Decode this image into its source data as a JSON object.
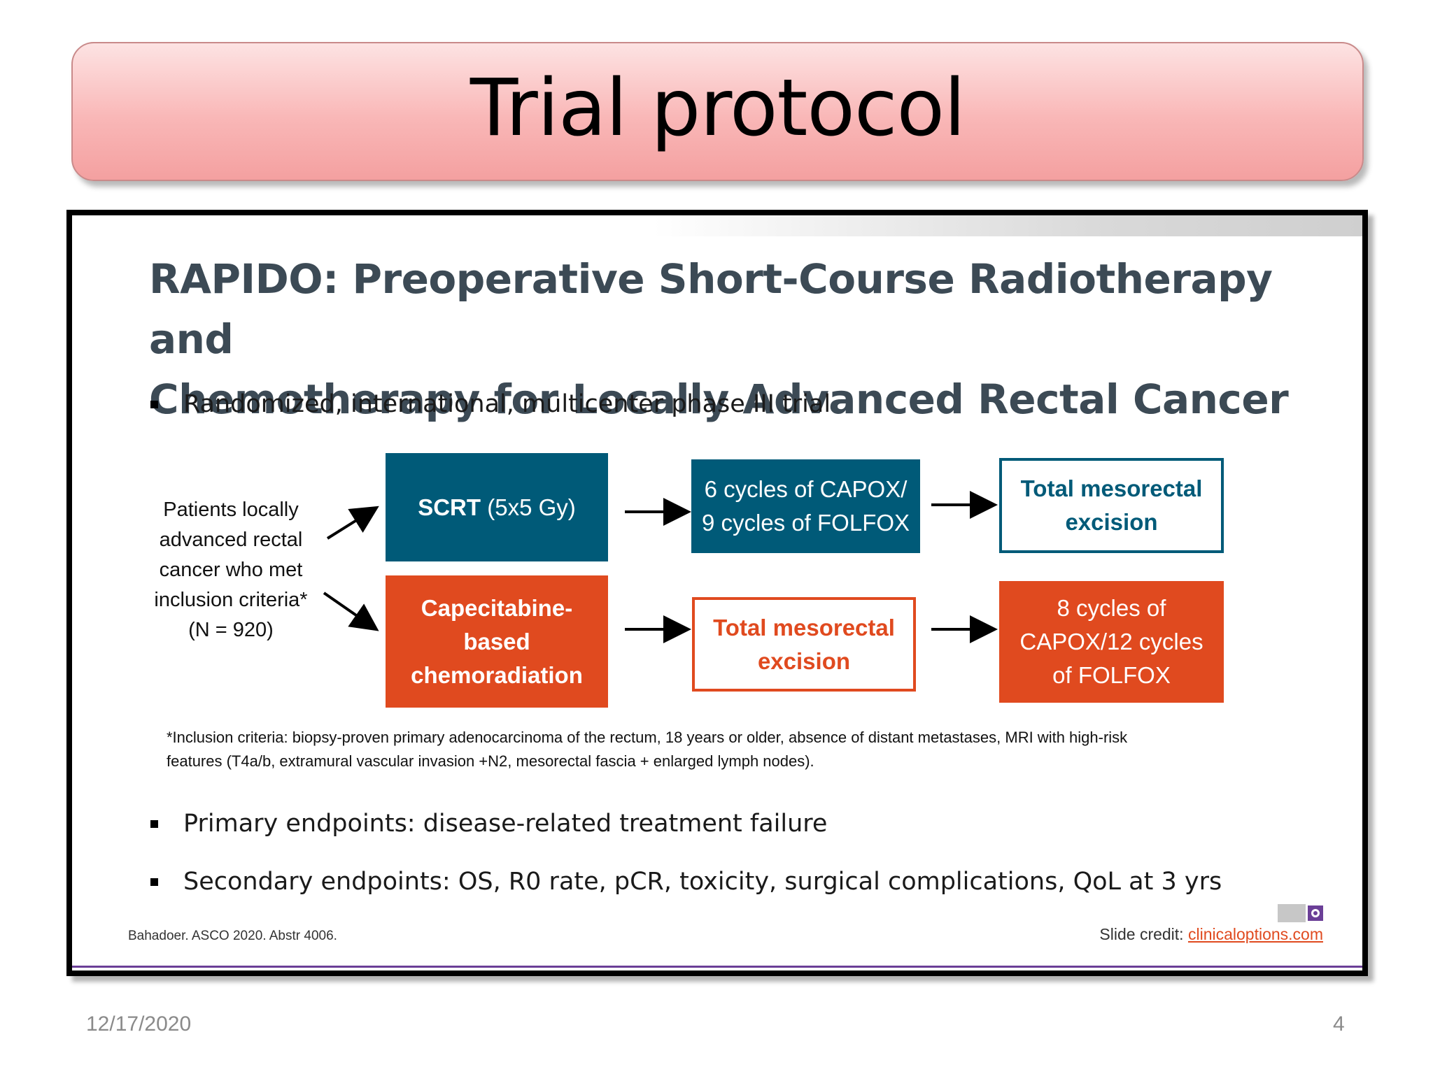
{
  "slide_title": "Trial protocol",
  "embedded_slide": {
    "heading_line1": "RAPIDO: Preoperative Short-Course Radiotherapy and",
    "heading_line2": "Chemotherapy for Locally Advanced Rectal Cancer",
    "bullets": [
      "Randomized, international, multicenter phase III trial",
      "Primary endpoints: disease-related treatment failure",
      "Secondary endpoints: OS, R0 rate, pCR, toxicity, surgical complications, QoL at 3 yrs"
    ],
    "patients": {
      "line1": "Patients locally",
      "line2": "advanced rectal",
      "line3": "cancer who met",
      "line4": "inclusion criteria*",
      "line5": "(N = 920)"
    },
    "arm1": {
      "box1_bold": "SCRT",
      "box1_rest": " (5x5 Gy)",
      "box2_line1": "6 cycles of CAPOX/",
      "box2_line2": "9 cycles of FOLFOX",
      "box3_line1": "Total mesorectal",
      "box3_line2": "excision"
    },
    "arm2": {
      "box1_line1": "Capecitabine-",
      "box1_line2": "based",
      "box1_line3": "chemoradiation",
      "box2_line1": "Total mesorectal",
      "box2_line2": "excision",
      "box3_line1": "8 cycles of",
      "box3_line2": "CAPOX/12 cycles",
      "box3_line3": "of FOLFOX"
    },
    "footnote_line1": "*Inclusion criteria: biopsy-proven primary adenocarcinoma of the rectum, 18 years or older, absence of distant metastases, MRI with high-risk",
    "footnote_line2": "features (T4a/b, extramural vascular invasion +N2, mesorectal fascia + enlarged lymph nodes).",
    "reference": "Bahadoer. ASCO 2020. Abstr 4006.",
    "credit_label": "Slide credit: ",
    "credit_link": "clinicaloptions.com"
  },
  "footer": {
    "date": "12/17/2020",
    "page_number": "4"
  },
  "colors": {
    "teal": "#005a78",
    "orange": "#e04a1f",
    "heading": "#3c4a55",
    "banner": "#f9b7b7",
    "accent_purple": "#6b3f97"
  },
  "icons": [
    "cco-logo-icon"
  ]
}
